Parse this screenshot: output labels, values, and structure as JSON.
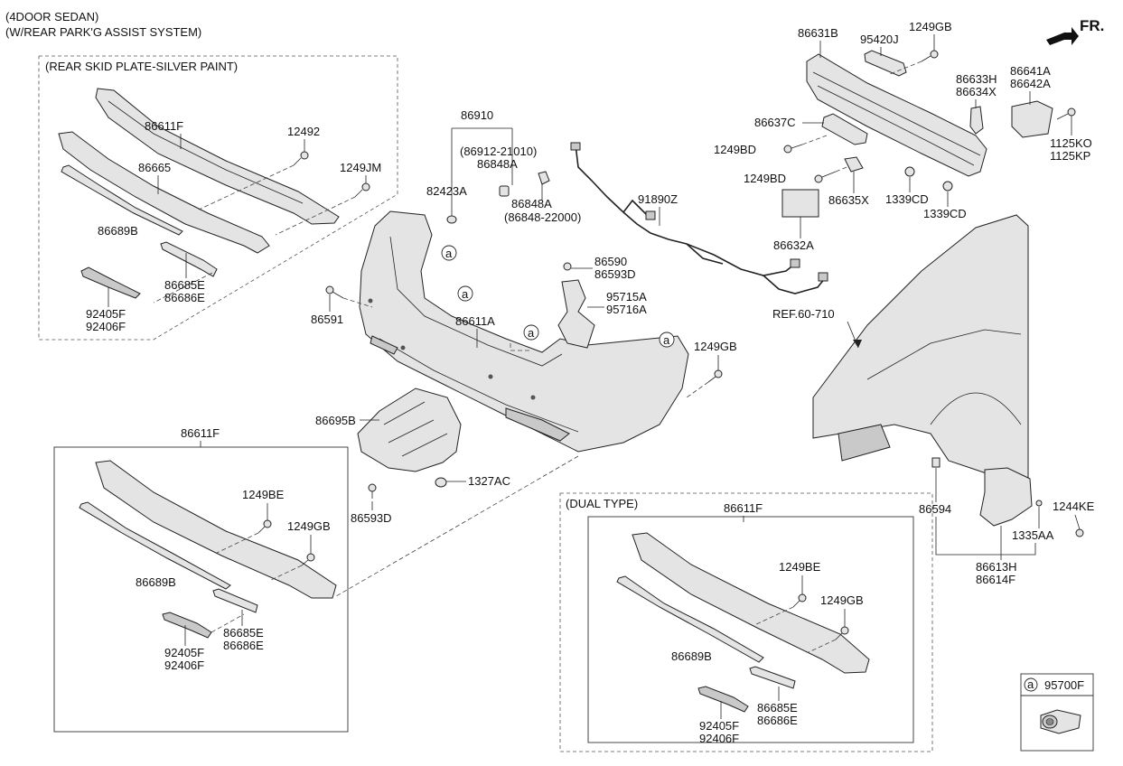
{
  "header": {
    "line1": "(4DOOR SEDAN)",
    "line2": "(W/REAR PARK'G ASSIST SYSTEM)",
    "direction_label": "FR."
  },
  "sections": {
    "skid_plate": "(REAR SKID PLATE-SILVER PAINT)",
    "dual_type": "(DUAL TYPE)",
    "reference": "REF.60-710",
    "marker": "a"
  },
  "legend": {
    "marker": "a",
    "part_no": "95700F"
  },
  "labels": {
    "p86611F_a": "86611F",
    "p12492": "12492",
    "p86665": "86665",
    "p1249JM": "1249JM",
    "p86689B_a": "86689B",
    "p86685E_a": "86685E",
    "p86686E_a": "86686E",
    "p92405F_a": "92405F",
    "p92406F_a": "92406F",
    "p86910": "86910",
    "p86912": "(86912-21010)",
    "p86848A_a": "86848A",
    "p82423A": "82423A",
    "p86848A_b": "86848A",
    "p86848_22000": "(86848-22000)",
    "p91890Z": "91890Z",
    "p86590": "86590",
    "p86593D_a": "86593D",
    "p95715A": "95715A",
    "p95716A": "95716A",
    "p86591": "86591",
    "p86611A": "86611A",
    "p1249GB_a": "1249GB",
    "p86695B": "86695B",
    "p1327AC": "1327AC",
    "p86593D_b": "86593D",
    "p86631B": "86631B",
    "p95420J": "95420J",
    "p1249GB_b": "1249GB",
    "p86633H": "86633H",
    "p86634X": "86634X",
    "p86641A": "86641A",
    "p86642A": "86642A",
    "p86637C": "86637C",
    "p1125KO": "1125KO",
    "p1125KP": "1125KP",
    "p1249BD_a": "1249BD",
    "p1249BD_b": "1249BD",
    "p86635X": "86635X",
    "p1339CD_a": "1339CD",
    "p1339CD_b": "1339CD",
    "p86632A": "86632A",
    "p86594": "86594",
    "p1244KE": "1244KE",
    "p1335AA": "1335AA",
    "p86613H": "86613H",
    "p86614F": "86614F",
    "p86611F_b": "86611F",
    "p1249BE_b": "1249BE",
    "p1249GB_c": "1249GB",
    "p86689B_b": "86689B",
    "p86685E_b": "86685E",
    "p86686E_b": "86686E",
    "p92405F_b": "92405F",
    "p92406F_b": "92406F",
    "p86611F_c": "86611F",
    "p1249BE_c": "1249BE",
    "p1249GB_d": "1249GB",
    "p86689B_c": "86689B",
    "p86685E_c": "86685E",
    "p86686E_c": "86686E",
    "p92405F_c": "92405F",
    "p92406F_c": "92406F"
  }
}
